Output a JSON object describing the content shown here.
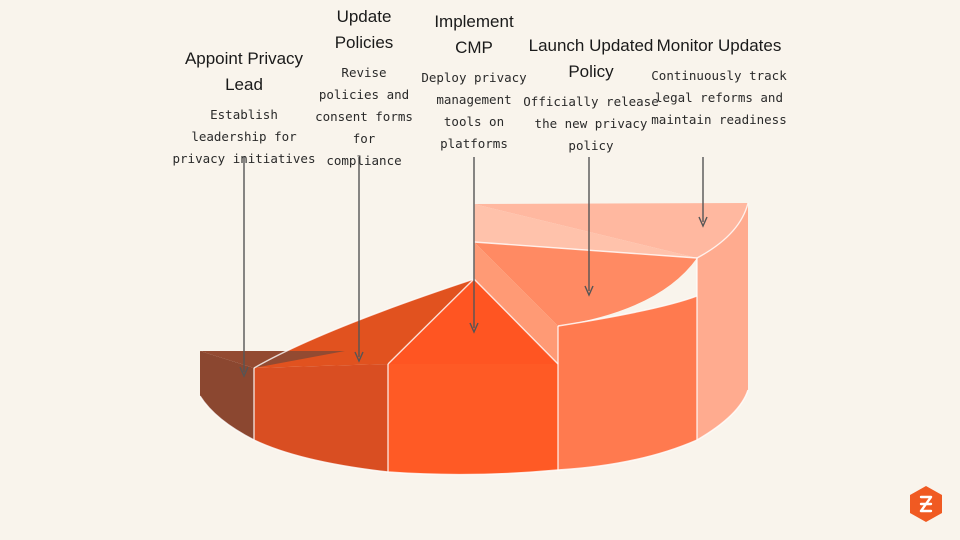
{
  "steps": [
    {
      "title": "Appoint Privacy Lead",
      "description": "Establish leadership for privacy initiatives",
      "color": "#8b4730"
    },
    {
      "title": "Update Policies",
      "description": "Revise policies and consent forms for compliance",
      "color": "#d94e22"
    },
    {
      "title": "Implement CMP",
      "description": "Deploy privacy management tools on platforms",
      "color": "#ff5a25"
    },
    {
      "title": "Launch Updated Policy",
      "description": "Officially release the new privacy policy",
      "color": "#ff7a4f"
    },
    {
      "title": "Monitor Updates",
      "description": "Continuously track legal reforms and maintain readiness",
      "color": "#ffab8f"
    }
  ],
  "logo": {
    "icon": "hexagon-logo-icon",
    "color": "#f05a22"
  }
}
